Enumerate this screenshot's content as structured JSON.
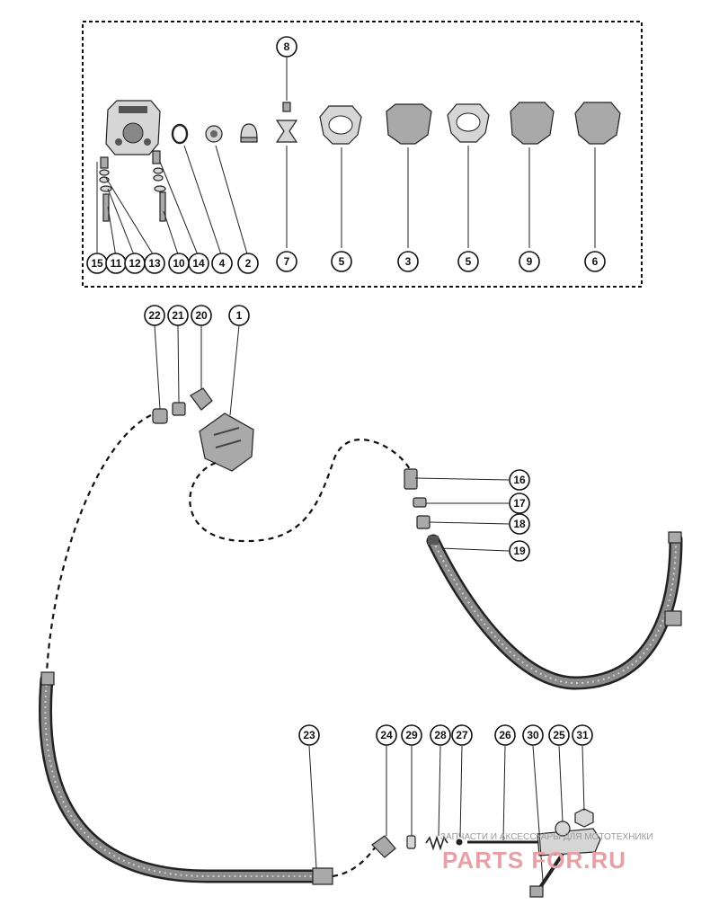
{
  "callouts": {
    "c8": "8",
    "c15": "15",
    "c11": "11",
    "c12": "12",
    "c13": "13",
    "c10": "10",
    "c14": "14",
    "c4": "4",
    "c2": "2",
    "c7": "7",
    "c5a": "5",
    "c3": "3",
    "c5b": "5",
    "c9": "9",
    "c6": "6",
    "c22": "22",
    "c21": "21",
    "c20": "20",
    "c1": "1",
    "c16": "16",
    "c17": "17",
    "c18": "18",
    "c19": "19",
    "c23": "23",
    "c24": "24",
    "c29": "29",
    "c28": "28",
    "c27": "27",
    "c26": "26",
    "c30": "30",
    "c25": "25",
    "c31": "31"
  },
  "watermark": {
    "caption": "ЗАПЧАСТИ И АКСЕССУАРЫ ДЛЯ МОТОТЕХНИКИ",
    "logo": "PARTS FOR.RU"
  }
}
